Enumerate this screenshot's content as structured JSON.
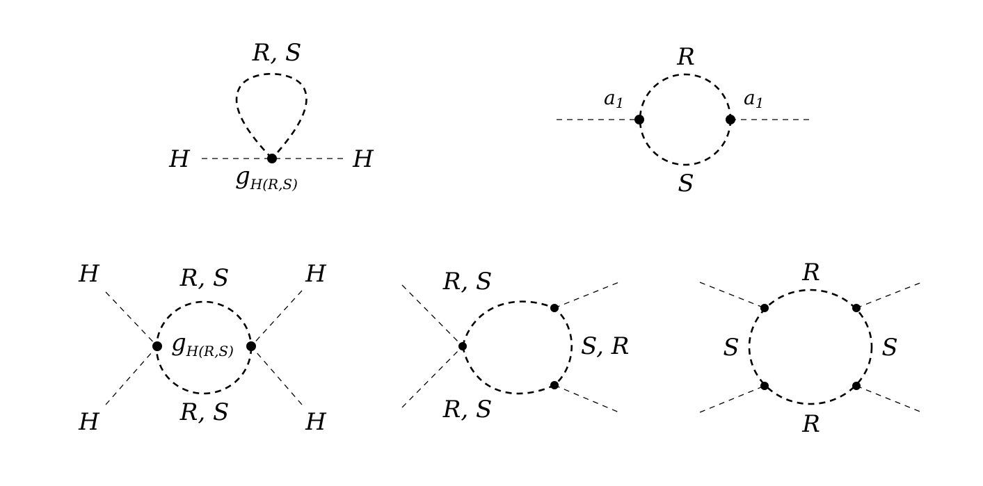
{
  "colors": {
    "line": "#000000",
    "background": "#ffffff"
  },
  "diagrams": {
    "tadpole": {
      "loop_label": "R, S",
      "left_leg": "H",
      "right_leg": "H",
      "coupling_main": "g",
      "coupling_sub": "H(R,S)"
    },
    "bubble_mixing": {
      "top_label": "R",
      "bottom_label": "S",
      "left_vertex": "a",
      "left_vertex_sub": "1",
      "right_vertex": "a",
      "right_vertex_sub": "1"
    },
    "four_point": {
      "top_left_leg": "H",
      "top_right_leg": "H",
      "bottom_left_leg": "H",
      "bottom_right_leg": "H",
      "top_label": "R, S",
      "bottom_label": "R, S",
      "coupling_main": "g",
      "coupling_sub": "H(R,S)"
    },
    "triangle": {
      "top_label": "R, S",
      "bottom_label": "R, S",
      "right_label": "S, R"
    },
    "box": {
      "top_label": "R",
      "bottom_label": "R",
      "left_label": "S",
      "right_label": "S"
    }
  }
}
